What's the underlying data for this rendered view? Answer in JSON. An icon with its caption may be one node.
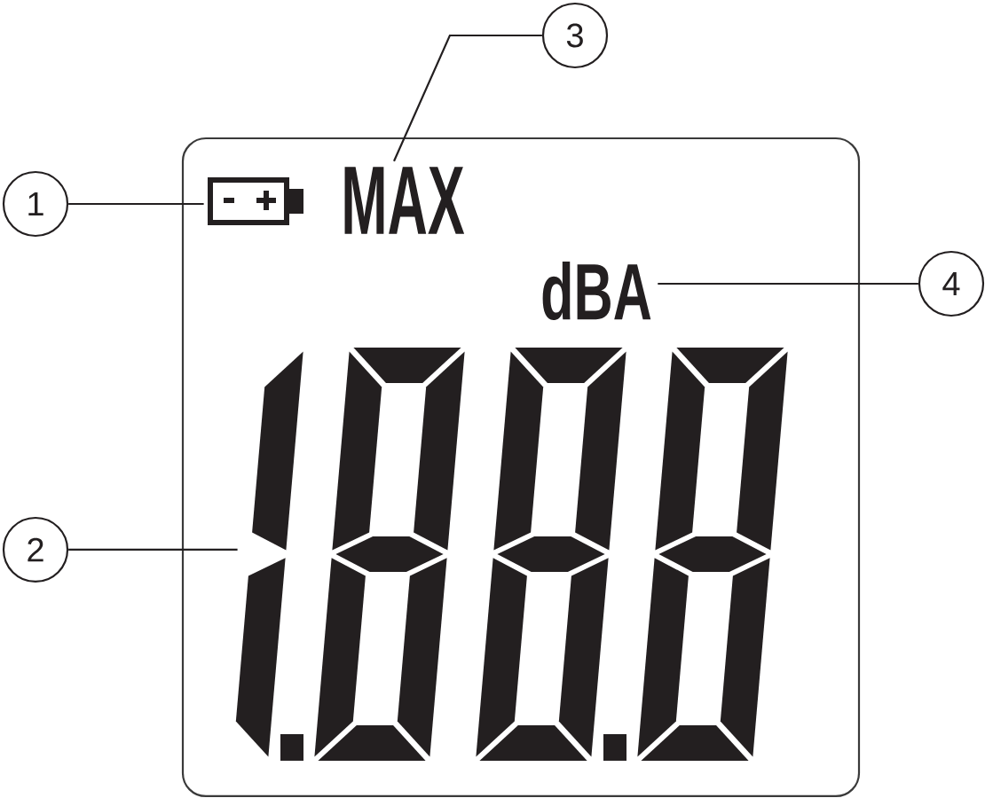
{
  "diagram": {
    "nodes": [
      {
        "text": [
          "3"
        ]
      },
      {
        "text": [],
        "shape": "box"
      },
      {
        "text": [
          "1"
        ]
      },
      {
        "text": [],
        "shape": "battery",
        "in": 1
      },
      {
        "text": [
          "MAX"
        ],
        "in": 1
      },
      {
        "text": [
          "dBA"
        ],
        "in": 1
      },
      {
        "text": [
          "4"
        ]
      },
      {
        "text": [
          "2"
        ]
      },
      {
        "text": [],
        "shape": "display",
        "in": 1
      }
    ],
    "edges": [
      {
        "from": 2,
        "to": 3,
        "arrow": "none"
      },
      {
        "from": 0,
        "to": 4,
        "arrow": "none"
      },
      {
        "from": 6,
        "to": 5,
        "arrow": "none"
      },
      {
        "from": 7,
        "to": 8,
        "arrow": "none"
      }
    ]
  }
}
